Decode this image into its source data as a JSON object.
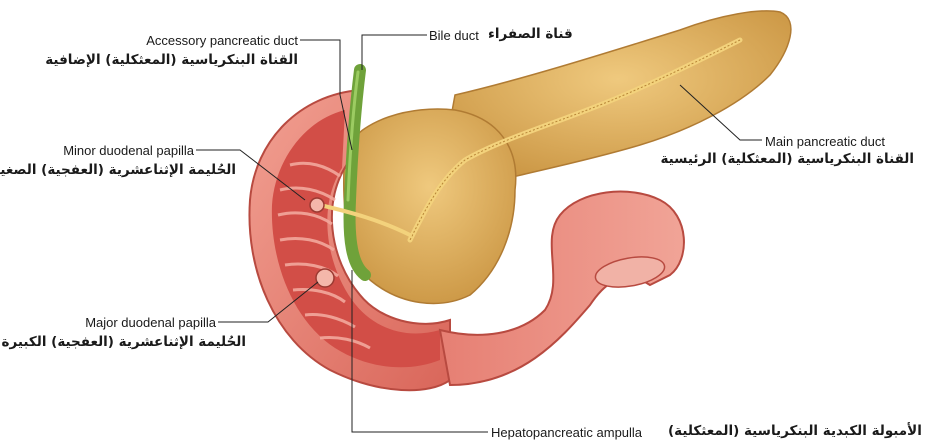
{
  "labels": {
    "bile_duct_en": "Bile duct",
    "bile_duct_ar": "قناة الصفراء",
    "accessory_en": "Accessory pancreatic duct",
    "accessory_ar": "القناة البنكرياسية (المعثكلية) الإضافية",
    "minor_en": "Minor duodenal papilla",
    "minor_ar": "الحُليمة الإثناعشرية (العفجية) الصغيرة",
    "major_en": "Major duodenal papilla",
    "major_ar": "الحُليمة الإثناعشرية (العفجية) الكبيرة",
    "main_en": "Main pancreatic duct",
    "main_ar": "القناة البنكرياسية (المعثكلية) الرئيسية",
    "ampulla_en": "Hepatopancreatic ampulla",
    "ampulla_ar": "الأمبولة الكبدية البنكرياسية (المعثكلية)"
  },
  "colors": {
    "pancreas": "#e3b56a",
    "pancreas_dark": "#c08a3c",
    "duodenum_outer": "#e8847a",
    "duodenum_inner": "#d1524a",
    "mucosa_fold": "#f0a39a",
    "bile_duct": "#6fa23a",
    "duct_yellow": "#f3d27c",
    "leader_line": "#222222"
  }
}
